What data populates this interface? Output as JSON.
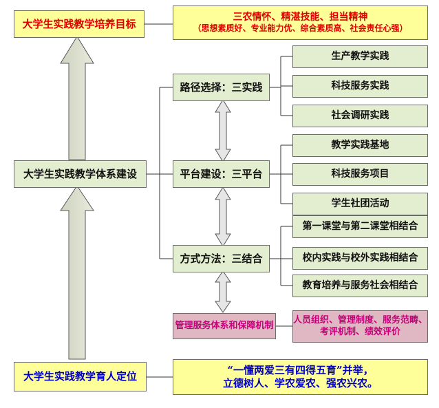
{
  "top": {
    "left": "大学生实践教学培养目标",
    "right_line1": "三农情怀、精湛技能、担当精神",
    "right_line2": "（思想素质好、专业能力优、综合素质高、社会责任心强）"
  },
  "middle": {
    "left": "大学生实践教学体系建设",
    "nodes": [
      {
        "label": "路径选择：三实践",
        "items": [
          "生产教学实践",
          "科技服务实践",
          "社会调研实践"
        ]
      },
      {
        "label": "平台建设：三平台",
        "items": [
          "教学实践基地",
          "科技服务项目",
          "学生社团活动"
        ]
      },
      {
        "label": "方式方法：三结合",
        "items": [
          "第一课堂与第二课堂相结合",
          "校内实践与校外实践相结合",
          "教育培养与服务社会相结合"
        ]
      }
    ],
    "management": {
      "label": "管理服务体系和保障机制",
      "detail_line1": "人员组织、管理制度、服务范畴、",
      "detail_line2": "考评机制、绩效评价"
    }
  },
  "bottom": {
    "left": "大学生实践教学育人定位",
    "right_line1": "“一懂两爱三有四得五育”并举，",
    "right_line2": "立德树人、学农爱农、强农兴农。"
  },
  "colors": {
    "yellow": "#ffff99",
    "green": "#e3edcf",
    "pink": "#e0b8c4",
    "red_text": "#e00000",
    "blue_text": "#0000c8",
    "magenta_text": "#c8007c"
  }
}
